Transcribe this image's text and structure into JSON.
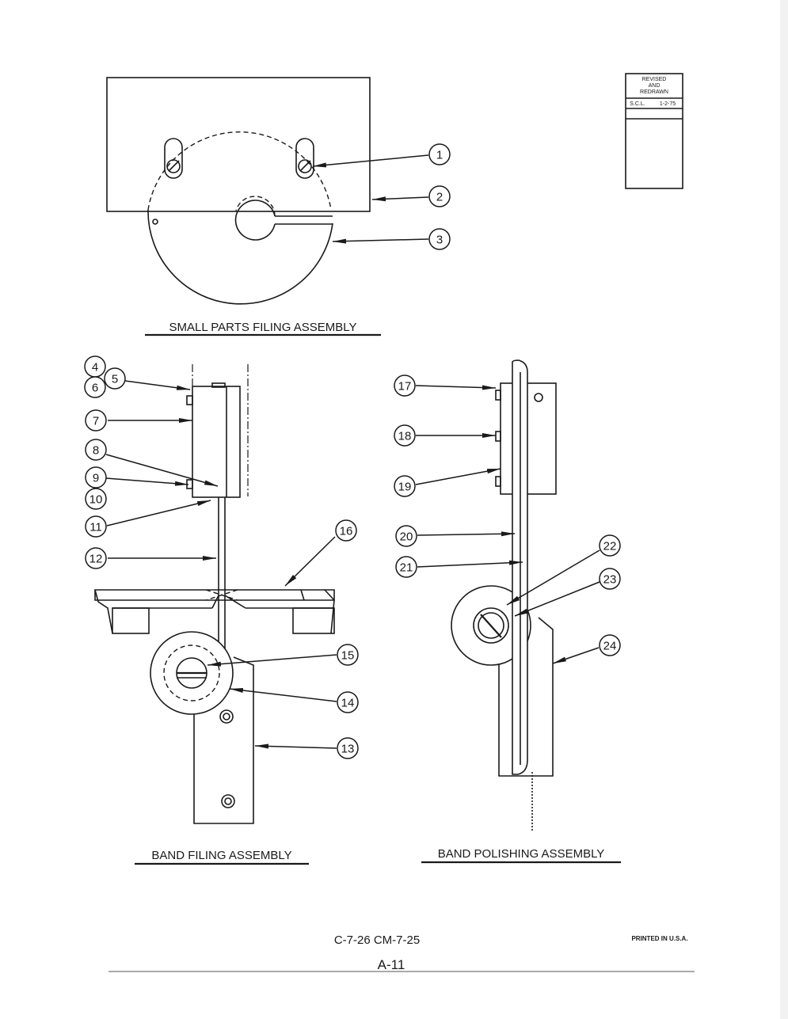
{
  "stamp": {
    "line1": "REVISED",
    "line2": "AND",
    "line3": "REDRAWN",
    "initials": "S.C.L.",
    "date": "1-2-75"
  },
  "captions": {
    "small_parts": "SMALL PARTS FILING ASSEMBLY",
    "band_filing": "BAND FILING ASSEMBLY",
    "band_polishing": "BAND POLISHING ASSEMBLY"
  },
  "callouts": [
    "1",
    "2",
    "3",
    "4",
    "5",
    "6",
    "7",
    "8",
    "9",
    "10",
    "11",
    "12",
    "13",
    "14",
    "15",
    "16",
    "17",
    "18",
    "19",
    "20",
    "21",
    "22",
    "23",
    "24"
  ],
  "footer": {
    "model_codes": "C-7-26   CM-7-25",
    "page_number": "A-11",
    "printed": "PRINTED  IN  U.S.A."
  }
}
